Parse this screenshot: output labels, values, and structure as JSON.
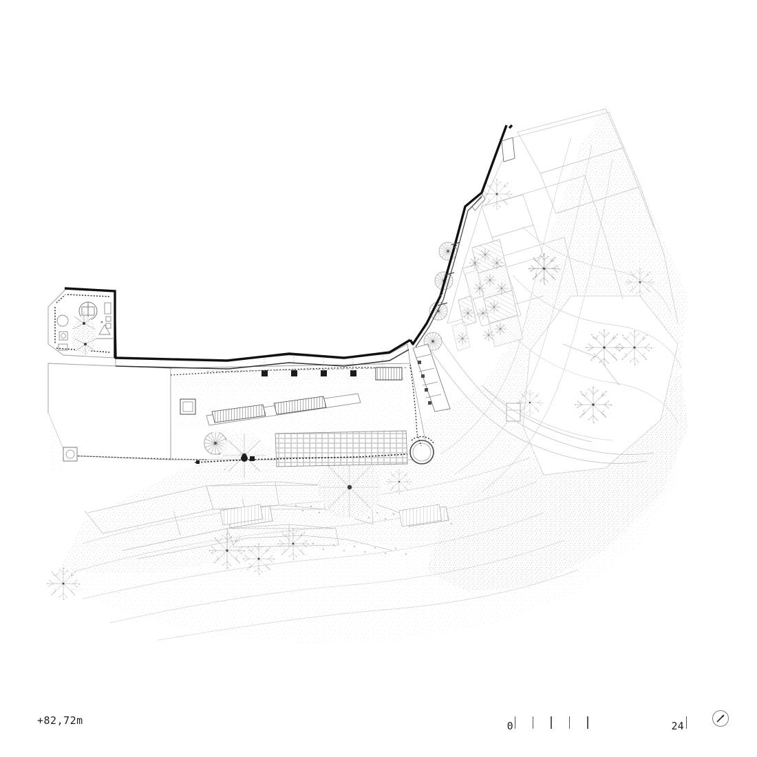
{
  "sheet": {
    "background_color": "#ffffff",
    "drawing_type": "architectural site plan",
    "line_color_bold": "#111111",
    "line_color_medium": "#555555",
    "line_color_light": "#b8b8b8",
    "line_color_faint": "#d6d6d6"
  },
  "footer": {
    "elevation_label": "+82,72m",
    "scale": {
      "start_label": "0",
      "end_label": "24",
      "tick_count": 5,
      "units": "m"
    },
    "north_arrow": {
      "icon": "north-arrow-icon",
      "direction_degrees": 45
    }
  },
  "plan": {
    "title": "Site plan level +82,72m",
    "elements": [
      {
        "name": "upper-building-roof",
        "kind": "building"
      },
      {
        "name": "west-wing-roof-terrace",
        "kind": "roof-terrace"
      },
      {
        "name": "long-canopy-building",
        "kind": "building"
      },
      {
        "name": "paved-plaza",
        "kind": "paving"
      },
      {
        "name": "terraced-planting-beds",
        "kind": "planting"
      },
      {
        "name": "circular-planter",
        "kind": "landscape-feature"
      },
      {
        "name": "vegetated-slope",
        "kind": "terrain"
      },
      {
        "name": "retaining-terraces",
        "kind": "terrain"
      },
      {
        "name": "stairs",
        "kind": "circulation"
      },
      {
        "name": "trees",
        "kind": "vegetation"
      }
    ]
  }
}
